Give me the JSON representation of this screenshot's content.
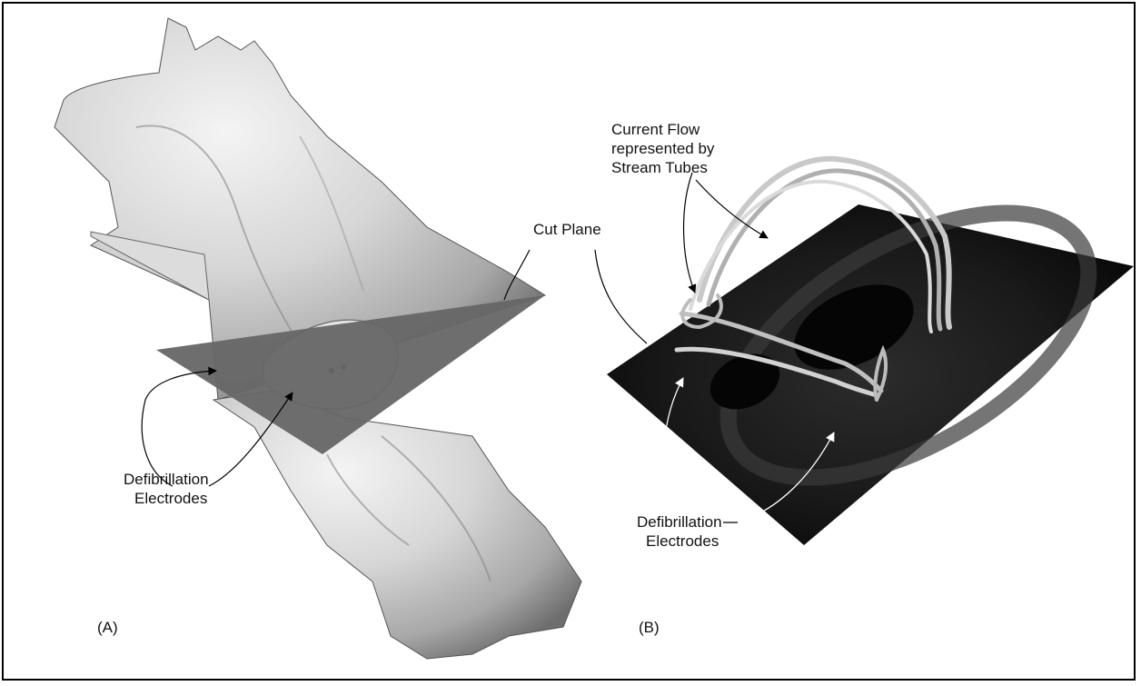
{
  "panel_a": {
    "panel_label": "(A)",
    "cut_plane_label": "Cut Plane",
    "electrodes_label_line1": "Defibrillation",
    "electrodes_label_line2": "Electrodes"
  },
  "panel_b": {
    "panel_label": "(B)",
    "current_flow_line1": "Current Flow",
    "current_flow_line2": "represented by",
    "current_flow_line3": "Stream Tubes",
    "electrodes_label_line1": "Defibrillation",
    "electrodes_label_line2": "Electrodes"
  },
  "colors": {
    "torso": "#d9d9d9",
    "cut_plane": "#666666",
    "ct_slice": "#0a0a0a",
    "stream_tubes": "#c9c9c9"
  }
}
